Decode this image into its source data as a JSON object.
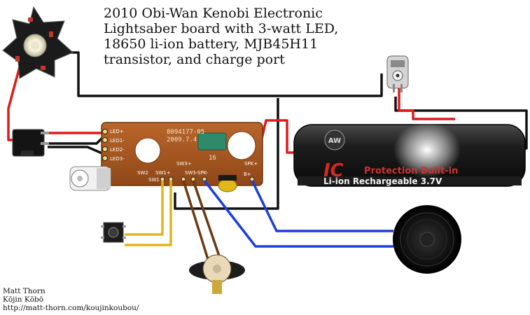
{
  "title_lines": [
    "2010 Obi-Wan Kenobi Electronic",
    "Lightsaber board with 3-watt LED,",
    "18650 li-ion battery, MJB45H11",
    "transistor, and charge port"
  ],
  "credit": {
    "line1": "Matt Thorn",
    "line2": "Kōjin Kōbō",
    "line3": "http://matt-thorn.com/koujinkoubou/"
  },
  "board": {
    "model": "8094177-05",
    "date": "2009.7.4",
    "capacitor_label": "16",
    "pads": {
      "led_plus": "LED+",
      "led1": "LED1-",
      "led2": "LED2-",
      "led3": "LED3-",
      "sw2": "SW2",
      "sw1_plus": "SW1+",
      "sw1_minus": "SW1-",
      "sw3_plus": "SW3+",
      "sw3_minus": "SW3-",
      "spk_minus": "SPK-",
      "spk_plus": "SPK+",
      "bat_plus": "B+"
    }
  },
  "battery": {
    "brand": "AW",
    "ic": "IC",
    "protection": "Protection Built-in",
    "label": "Li-ion Rechargeable 3.7V"
  },
  "colors": {
    "wire_black": "#111111",
    "wire_red": "#e01a1a",
    "wire_blue": "#1b3fd8",
    "wire_yellow": "#e0b51c",
    "wire_brown": "#6b3a14",
    "pcb": "#a8581e"
  }
}
